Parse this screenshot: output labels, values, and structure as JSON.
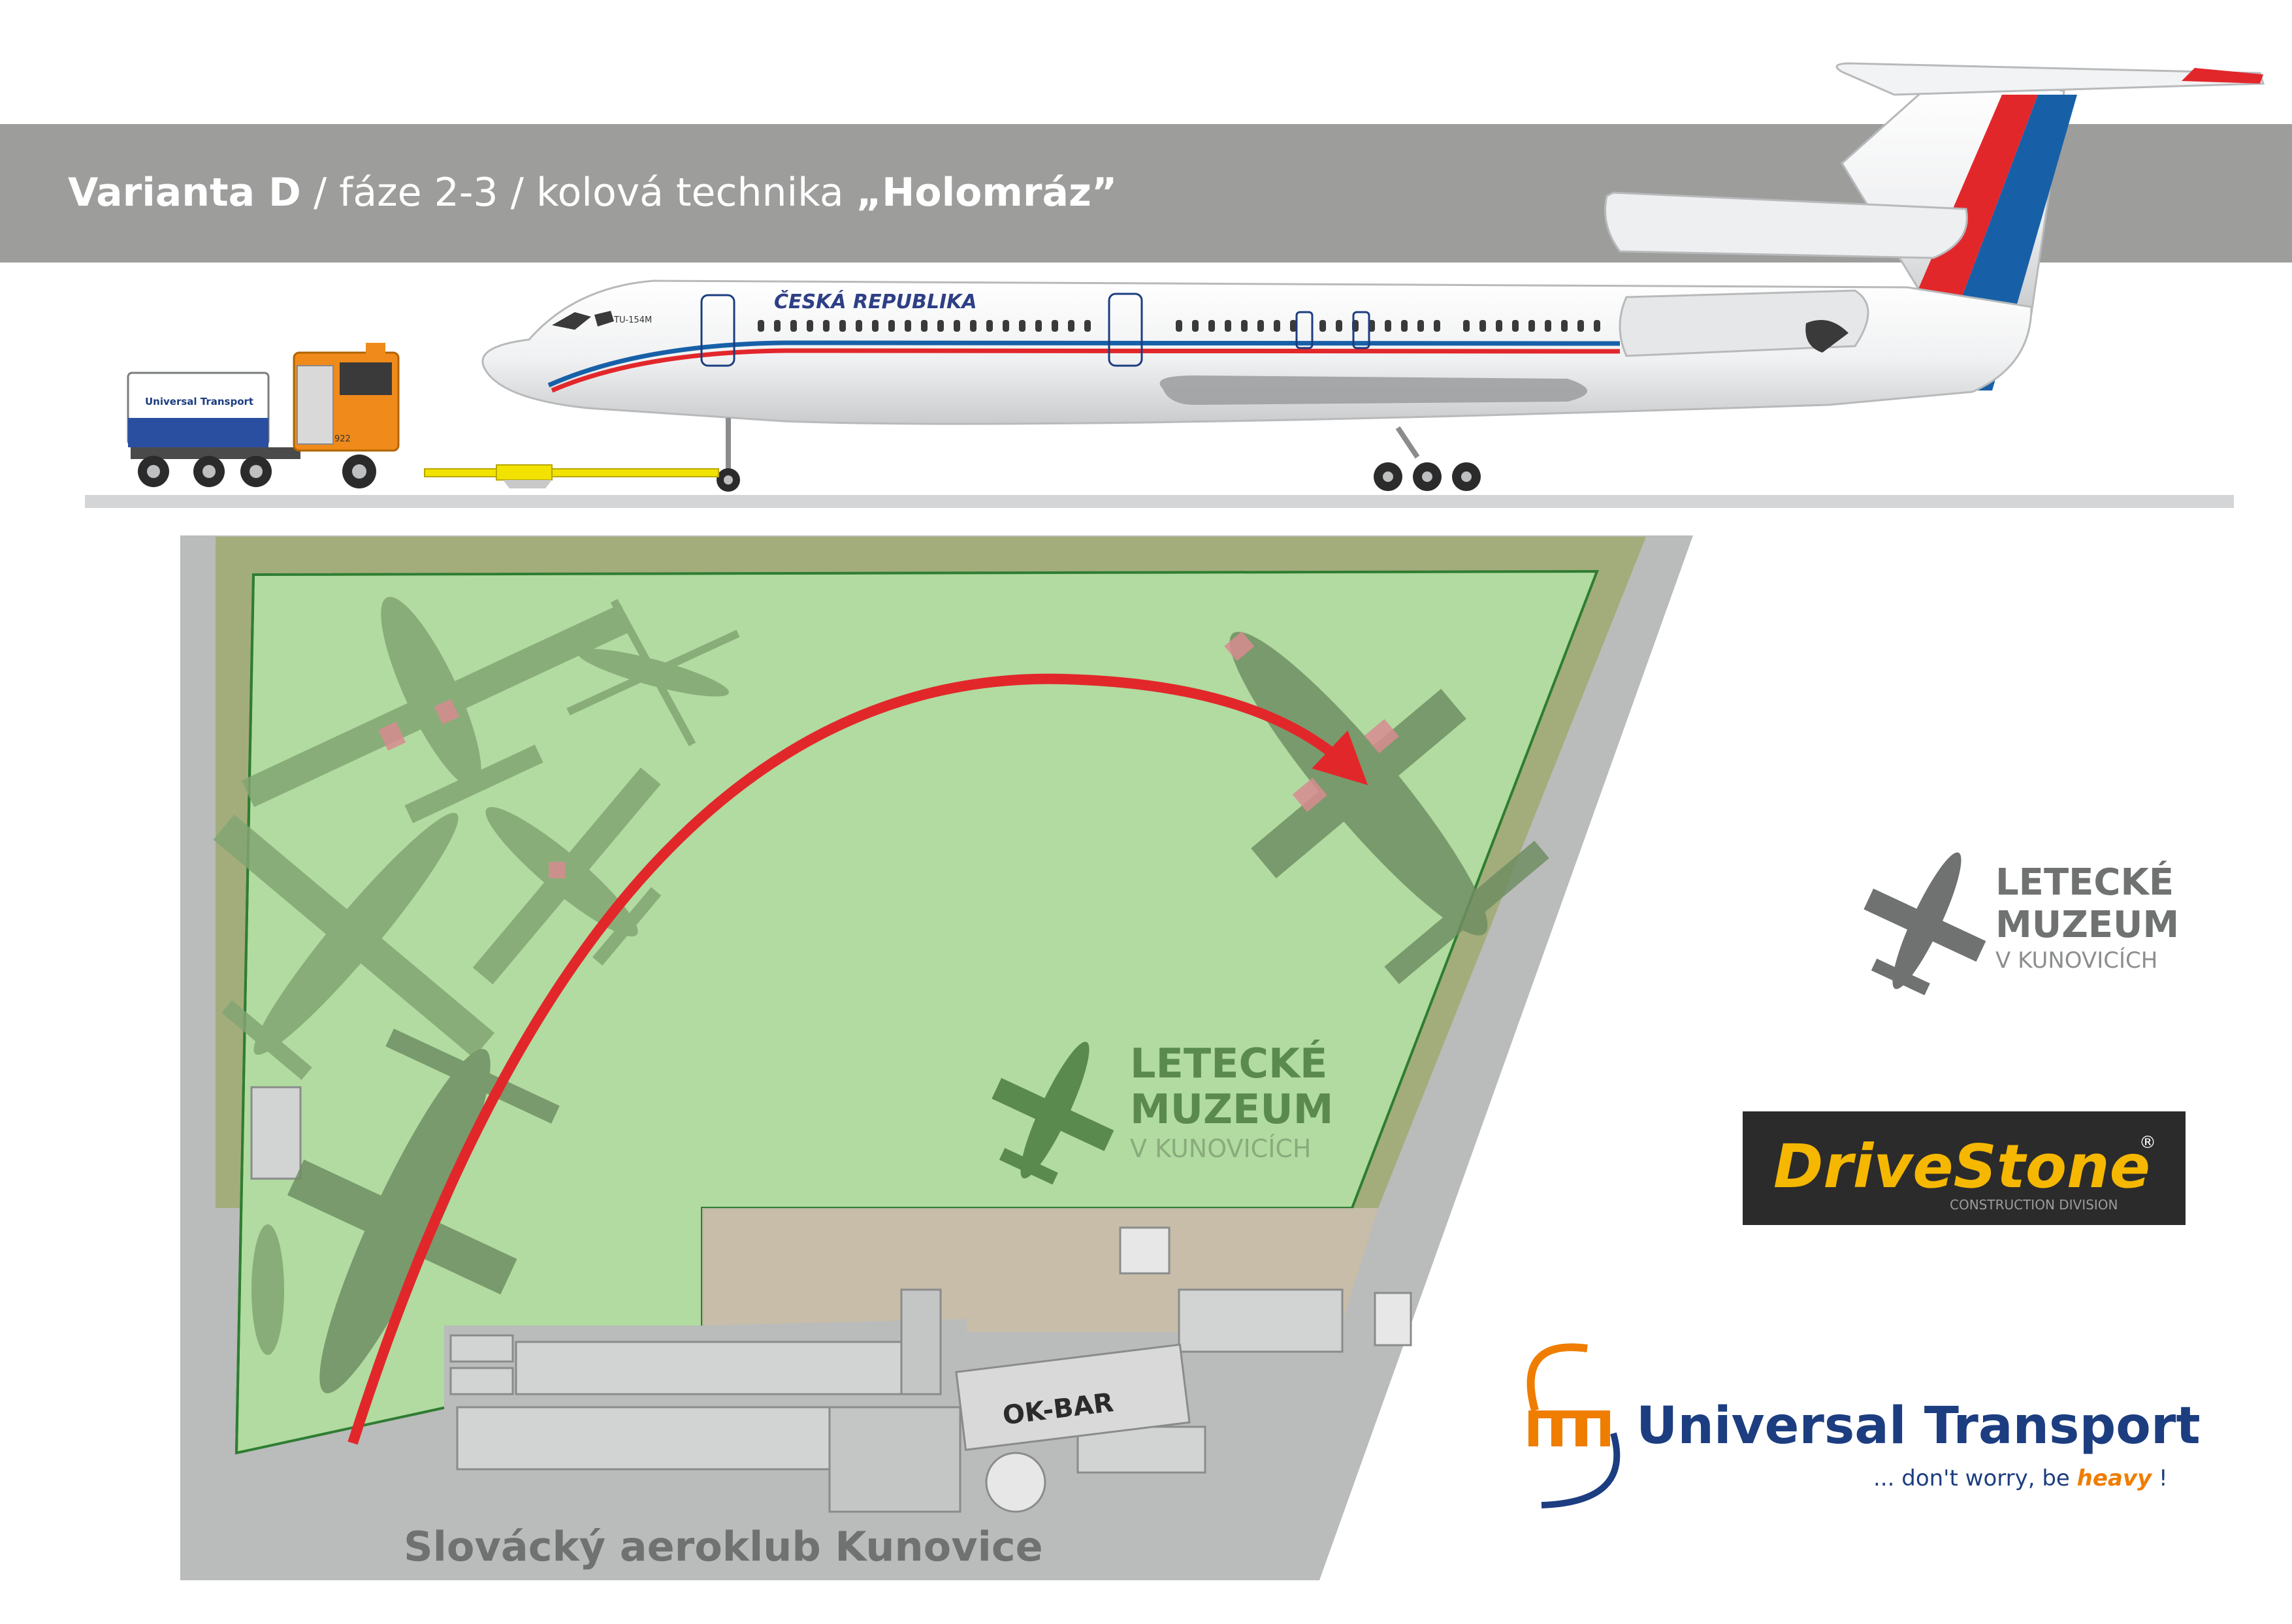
{
  "header": {
    "title_bold": "Varianta D",
    "title_sep1": " / ",
    "title_phase": "fáze 2-3",
    "title_sep2": " / ",
    "title_tech": "kolová technika ",
    "title_name": "„Holomráz”"
  },
  "aircraft": {
    "livery_text": "ČESKÁ REPUBLIKA",
    "model": "TU-154M"
  },
  "truck": {
    "container_brand": "Universal Transport",
    "number": "922"
  },
  "map": {
    "building_label": "OK-BAR",
    "airfield_name": "Slovácký aeroklub Kunovice",
    "museum_logo": {
      "line1": "LETECKÉ",
      "line2": "MUZEUM",
      "line3": "V KUNOVICÍCH"
    }
  },
  "logos": {
    "museum": {
      "line1": "LETECKÉ",
      "line2": "MUZEUM",
      "line3": "V KUNOVICÍCH"
    },
    "drivestone": {
      "name": "DriveStone",
      "registered": "®",
      "division": "CONSTRUCTION DIVISION"
    },
    "universal_transport": {
      "name": "Universal Transport",
      "slogan_pre": "... don't worry, be ",
      "slogan_em": "heavy",
      "slogan_post": " !"
    }
  },
  "colors": {
    "band": "#9d9d9c",
    "grass": "#b1dba0",
    "tarmac": "#b9bcba",
    "path_arrow": "#e2272b",
    "ut_blue": "#1c3d80",
    "ut_orange": "#ef7d00",
    "drivestone_bg": "#2b2b2b",
    "drivestone_yellow": "#f5b700"
  },
  "icons": [
    "airplane-silhouette-icon",
    "helicopter-silhouette-icon",
    "curved-arrow-icon",
    "ut-logo-icon"
  ]
}
